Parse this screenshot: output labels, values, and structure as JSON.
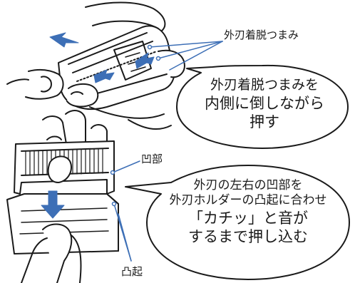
{
  "labels": {
    "outer_blade_release_knob": "外刃着脱つまみ",
    "recess": "凹部",
    "protrusion": "凸起"
  },
  "bubble_top": {
    "line1": "外刃着脱つまみを",
    "line2": "内側に倒しながら",
    "line3": "押す"
  },
  "bubble_bottom": {
    "line1": "外刃の左右の凹部を",
    "line2": "外刃ホルダーの凸起に合わせ",
    "line3": "「カチッ」と音が",
    "line4": "するまで押し込む"
  },
  "colors": {
    "accent_blue": "#3d6fb6",
    "line": "#1a1a1a",
    "leader": "#3d6fb6"
  }
}
